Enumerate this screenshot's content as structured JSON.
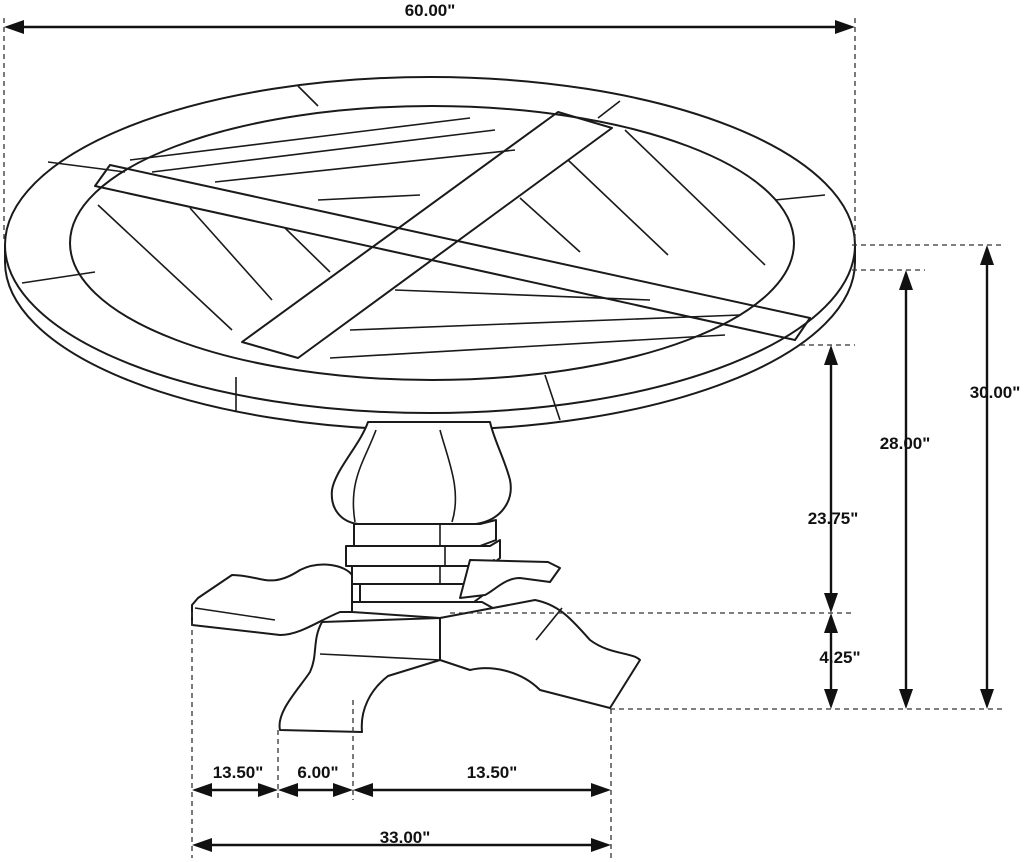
{
  "dimensions": {
    "overall_width": "60.00\"",
    "overall_height": "30.00\"",
    "apron_height": "28.00\"",
    "pedestal_height": "23.75\"",
    "base_height": "4.25\"",
    "base_segment_left": "13.50\"",
    "base_segment_center": "6.00\"",
    "base_segment_right": "13.50\"",
    "base_width": "33.00\""
  }
}
